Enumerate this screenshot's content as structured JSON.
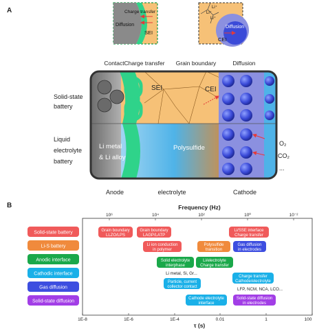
{
  "panelA": {
    "label": "A",
    "inset_left": {
      "label1": "Charge transfer",
      "label2": "Diffusion",
      "label3": "SEI"
    },
    "inset_right": {
      "label1": "Li⁺",
      "label2": "Li⁺",
      "label3": "Li⁺",
      "label4": "Diffusion",
      "label5": "CEI"
    },
    "categories": [
      "Contact",
      "Charge transfer",
      "Grain boundary",
      "Diffusion"
    ],
    "rows": [
      {
        "lines": [
          "Solid-state",
          "battery"
        ]
      },
      {
        "lines": [
          "Liquid",
          "electrolyte",
          "battery"
        ]
      }
    ],
    "labels": {
      "sei": "SEI",
      "cei": "CEI",
      "li_metal_1": "Li metal",
      "li_metal_2": "& Li alloy",
      "polysulfide": "Polysulfide",
      "o2": "O₂",
      "co2": "CO₂",
      "dots": "..."
    },
    "bottom_labels": [
      "Anode",
      "electrolyte",
      "Cathode"
    ],
    "colors": {
      "anode_gray": "#8a8a8a",
      "sei_green": "#2fd38a",
      "electrolyte_orange": "#f6c177",
      "cathode_blue": "#3b4bd8",
      "liquid_blue": "#4fb3e8"
    }
  },
  "panelB": {
    "label": "B",
    "freq_title": "Frequency (Hz)",
    "freq_ticks": [
      "10⁶",
      "10⁴",
      "10²",
      "10⁰",
      "10⁻²"
    ],
    "tau_title": "τ (s)",
    "tau_ticks": [
      "1E-8",
      "1E-6",
      "1E-4",
      "0.01",
      "1",
      "100"
    ],
    "legend": [
      {
        "label": "Solid-state battery",
        "color": "#f05a5a"
      },
      {
        "label": "Li-S battery",
        "color": "#f08a3c"
      },
      {
        "label": "Anodic interface",
        "color": "#1aa84a"
      },
      {
        "label": "Cathodic interface",
        "color": "#1ab0e8"
      },
      {
        "label": "Gas diffusion",
        "color": "#3d4ee0"
      },
      {
        "label": "Solid-state diffusion",
        "color": "#a23ee6"
      }
    ],
    "boxes": [
      {
        "lines": [
          "Grain boundary",
          "LLZO/LPS"
        ],
        "color": "#f05a5a"
      },
      {
        "lines": [
          "Grain boundary",
          "LAGP/LATP"
        ],
        "color": "#f05a5a"
      },
      {
        "lines": [
          "Li/SSE interface",
          "Charge transfer"
        ],
        "color": "#f05a5a"
      },
      {
        "lines": [
          "Li ion conduction",
          "in polymer"
        ],
        "color": "#f05a5a"
      },
      {
        "lines": [
          "Polysulfide",
          "transition"
        ],
        "color": "#f08a3c"
      },
      {
        "lines": [
          "Gas diffusion",
          "in electrodes"
        ],
        "color": "#3d4ee0"
      },
      {
        "lines": [
          "Solid electrolyte",
          "interphase"
        ],
        "color": "#1aa84a"
      },
      {
        "lines": [
          "Li/electrolyte",
          "Charge transfer"
        ],
        "color": "#1aa84a"
      },
      {
        "lines": [
          "Particle, current",
          "collector contact"
        ],
        "color": "#1ab0e8"
      },
      {
        "lines": [
          "Charge transfer",
          "Cathode/electrolyte"
        ],
        "color": "#1ab0e8"
      },
      {
        "lines": [
          "Cathode electrolyte",
          "interface"
        ],
        "color": "#1ab0e8"
      },
      {
        "lines": [
          "Solid-state diffusion",
          "in electrodes"
        ],
        "color": "#a23ee6"
      }
    ],
    "notes": [
      "Li metal, Si, Gr...",
      "LFP, NCM, NCA, LCO..."
    ]
  }
}
